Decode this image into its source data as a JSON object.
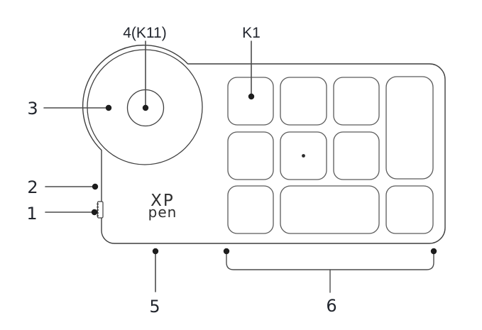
{
  "device": {
    "brand": {
      "line1": "XP",
      "line2": "pen"
    }
  },
  "callouts": {
    "dial_button": "4(K11)",
    "key_k1": "K1",
    "roller_dial": "3",
    "indicator": "2",
    "power_switch": "1",
    "usb_port": "5",
    "bottom_strip": "6"
  },
  "colors": {
    "background": "#ffffff",
    "body_line": "#3f3f3f",
    "key_line": "#5a5a5a",
    "leader_line": "#4c4c4c",
    "dot": "#1d1d1d",
    "label_text": "#22262e",
    "brand_text": "#2e2e2e"
  }
}
